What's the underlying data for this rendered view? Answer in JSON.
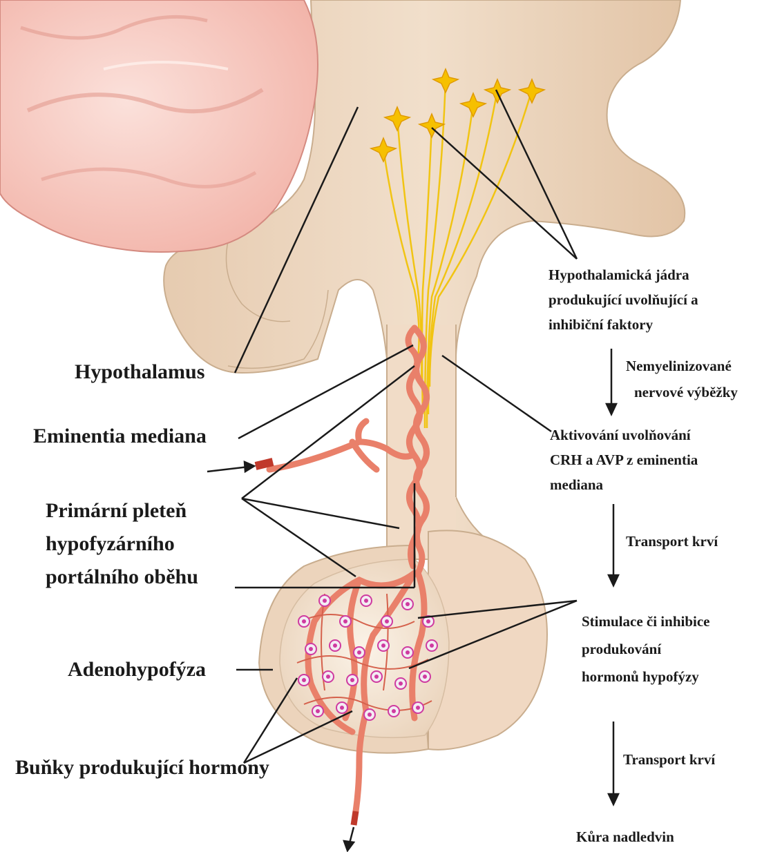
{
  "labels": {
    "hypothalamus": "Hypothalamus",
    "eminentia": "Eminentia mediana",
    "primarni": [
      "Primární pleteň",
      "hypofyzárního",
      "portálního oběhu"
    ],
    "adeno": "Adenohypofýza",
    "bunky": "Buňky produkující hormony"
  },
  "flow": {
    "nuclei": [
      "Hypothalamická jádra",
      "produkující uvolňující a",
      "inhibiční faktory"
    ],
    "fibers": [
      "Nemyelinizované",
      "nervové výběžky"
    ],
    "release": [
      "Aktivování uvolňování",
      "CRH a AVP z eminentia",
      "mediana"
    ],
    "transport1": "Transport krví",
    "stimulation": [
      "Stimulace či inhibice",
      "produkování",
      "hormonů hypofýzy"
    ],
    "transport2": "Transport krví",
    "cortex": "Kůra nadledvin"
  },
  "colors": {
    "tissue": "#ecd7c0",
    "tissue_edge": "#c9ad8e",
    "brain": "#f6c7bf",
    "vessel": "#e9806a",
    "neuron": "#f6c000",
    "cell": "#cf3aa0"
  }
}
